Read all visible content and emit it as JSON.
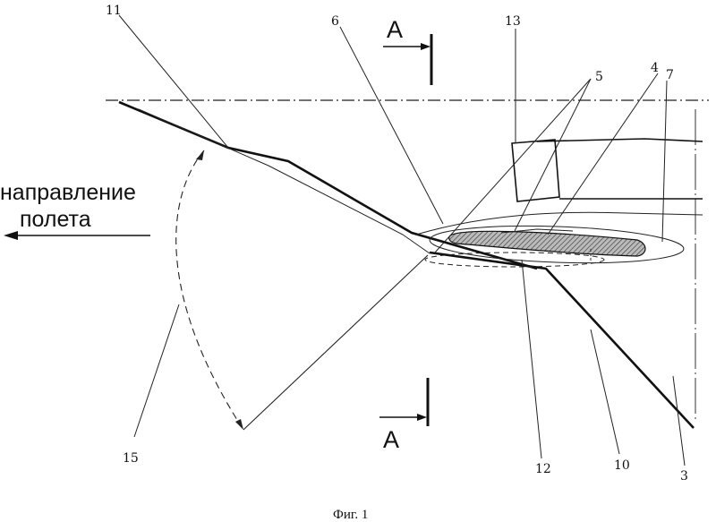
{
  "flight_direction": {
    "line1": "направление",
    "line2": "полета"
  },
  "section_marks": {
    "top": "А",
    "bottom": "А"
  },
  "callouts": {
    "n3": "3",
    "n4": "4",
    "n5": "5",
    "n6": "6",
    "n7": "7",
    "n10": "10",
    "n11": "11",
    "n12": "12",
    "n13": "13",
    "n15": "15"
  },
  "caption": "Фиг. 1"
}
